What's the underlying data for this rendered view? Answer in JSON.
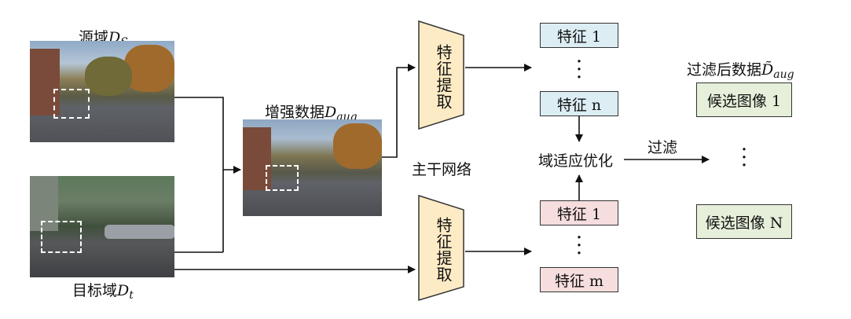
{
  "source": {
    "label_prefix": "源域",
    "symbol": "D",
    "subscript": "S"
  },
  "target": {
    "label_prefix": "目标域",
    "symbol": "D",
    "subscript": "t"
  },
  "augmented": {
    "label_prefix": "增强数据",
    "symbol": "D",
    "subscript": "aug"
  },
  "extractor_label": "特征提取",
  "backbone_label": "主干网络",
  "features_top": [
    "特征 1",
    "特征 n"
  ],
  "features_bottom": [
    "特征 1",
    "特征 m"
  ],
  "adaptation_label": "域适应优化",
  "filter_label": "过滤",
  "filtered": {
    "label_prefix": "过滤后数据",
    "symbol": "D̃",
    "subscript": "aug"
  },
  "candidates": [
    "候选图像 1",
    "候选图像 N"
  ],
  "colors": {
    "extractor_fill": "#fdebc5",
    "feature_top_fill": "#dcedf4",
    "feature_bottom_fill": "#f6dede",
    "candidate_fill": "#e6efd9"
  }
}
